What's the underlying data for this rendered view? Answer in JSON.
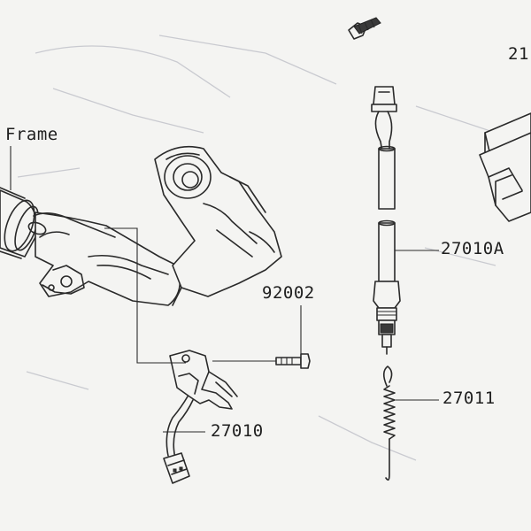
{
  "labels": {
    "frame": "Frame",
    "part_92002": "92002",
    "part_27010A": "27010A",
    "part_27011": "27011",
    "part_27010": "27010",
    "part_21_partial": "21"
  },
  "colors": {
    "background": "#f4f4f2",
    "ink": "#2a2a2a",
    "ghost_print": "#c9cad0"
  }
}
